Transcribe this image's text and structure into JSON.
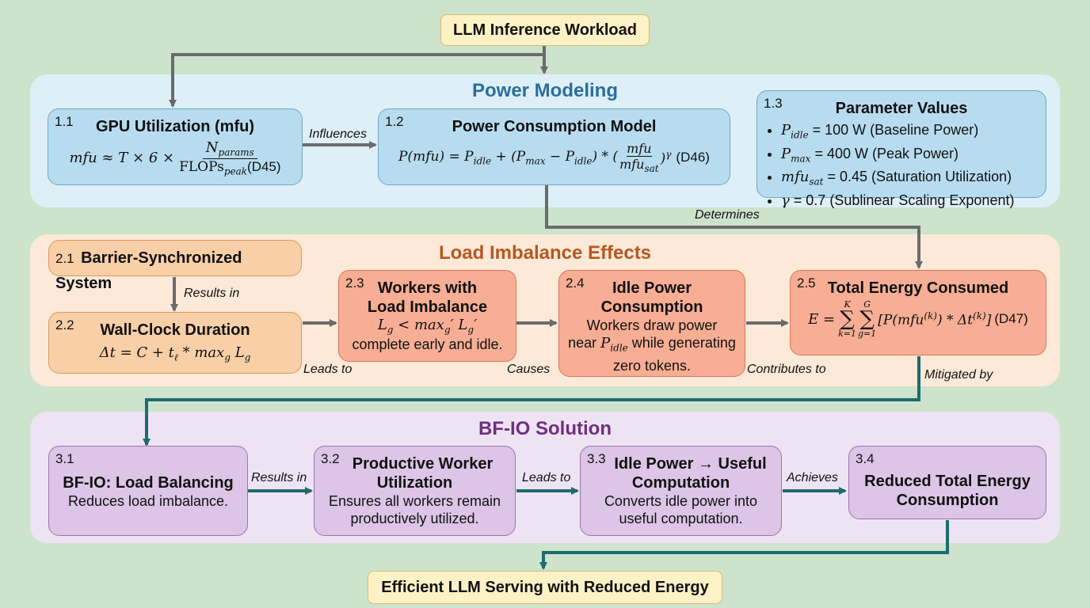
{
  "top_node": {
    "label": "LLM Inference Workload"
  },
  "bottom_node": {
    "label": "Efficient LLM Serving with Reduced Energy"
  },
  "sections": {
    "power": {
      "title": "Power Modeling",
      "color": "#2a6f9c"
    },
    "load": {
      "title": "Load Imbalance Effects",
      "color": "#b5581f"
    },
    "bfio": {
      "title": "BF-IO Solution",
      "color": "#6e2f80"
    }
  },
  "nodes": {
    "n1_1": {
      "num": "1.1",
      "title": "GPU Utilization (mfu)",
      "formula_lhs": "mfu ≈ T × 6 ×",
      "formula_num": "N_params",
      "formula_den": "FLOPs_peak",
      "ref": "(D45)"
    },
    "n1_2": {
      "num": "1.2",
      "title": "Power Consumption Model",
      "formula": "P(mfu) = P_idle + (P_max − P_idle) * (mfu / mfu_sat)^γ",
      "ref": "(D46)"
    },
    "n1_3": {
      "num": "1.3",
      "title": "Parameter Values",
      "items": [
        {
          "sym": "P_idle",
          "text": "= 100 W (Baseline Power)"
        },
        {
          "sym": "P_max",
          "text": "= 400 W (Peak Power)"
        },
        {
          "sym": "mfu_sat",
          "text": "= 0.45 (Saturation Utilization)"
        },
        {
          "sym": "γ",
          "text": "= 0.7 (Sublinear Scaling Exponent)"
        }
      ]
    },
    "n2_1": {
      "num": "2.1",
      "title": "Barrier-Synchronized System"
    },
    "n2_2": {
      "num": "2.2",
      "title": "Wall-Clock Duration",
      "formula": "Δt = C + t_ℓ * max_g L_g"
    },
    "n2_3": {
      "num": "2.3",
      "title_line1": "Workers with",
      "title_line2": "Load Imbalance",
      "formula": "L_g < max_g′ L_g′",
      "text": "complete early and idle."
    },
    "n2_4": {
      "num": "2.4",
      "title_line1": "Idle Power",
      "title_line2": "Consumption",
      "text1": "Workers draw power",
      "text2_pre": "near",
      "text2_sym": "P_idle",
      "text2_post": "while generating",
      "text3": "zero tokens."
    },
    "n2_5": {
      "num": "2.5",
      "title": "Total Energy Consumed",
      "formula": "E = Σ_{k=1}^{K} Σ_{g=1}^{G} [P(mfu^(k)) * Δt^(k)]",
      "ref": "(D47)"
    },
    "n3_1": {
      "num": "3.1",
      "title": "BF-IO: Load Balancing",
      "text": "Reduces load imbalance."
    },
    "n3_2": {
      "num": "3.2",
      "title_line1": "Productive Worker",
      "title_line2": "Utilization",
      "text1": "Ensures all workers remain",
      "text2": "productively utilized."
    },
    "n3_3": {
      "num": "3.3",
      "title_line1": "Idle Power → Useful",
      "title_line2": "Computation",
      "text1": "Converts idle power into",
      "text2": "useful computation."
    },
    "n3_4": {
      "num": "3.4",
      "title_line1": "Reduced Total Energy",
      "title_line2": "Consumption"
    }
  },
  "edges": {
    "influences": "Influences",
    "determines": "Determines",
    "results_in_1": "Results in",
    "leads_to_1": "Leads to",
    "causes": "Causes",
    "contributes_to": "Contributes to",
    "mitigated_by": "Mitigated by",
    "results_in_2": "Results in",
    "leads_to_2": "Leads to",
    "achieves": "Achieves"
  },
  "colors": {
    "gray_arrow": "#6b6b6b",
    "teal_arrow": "#1d6b70"
  }
}
